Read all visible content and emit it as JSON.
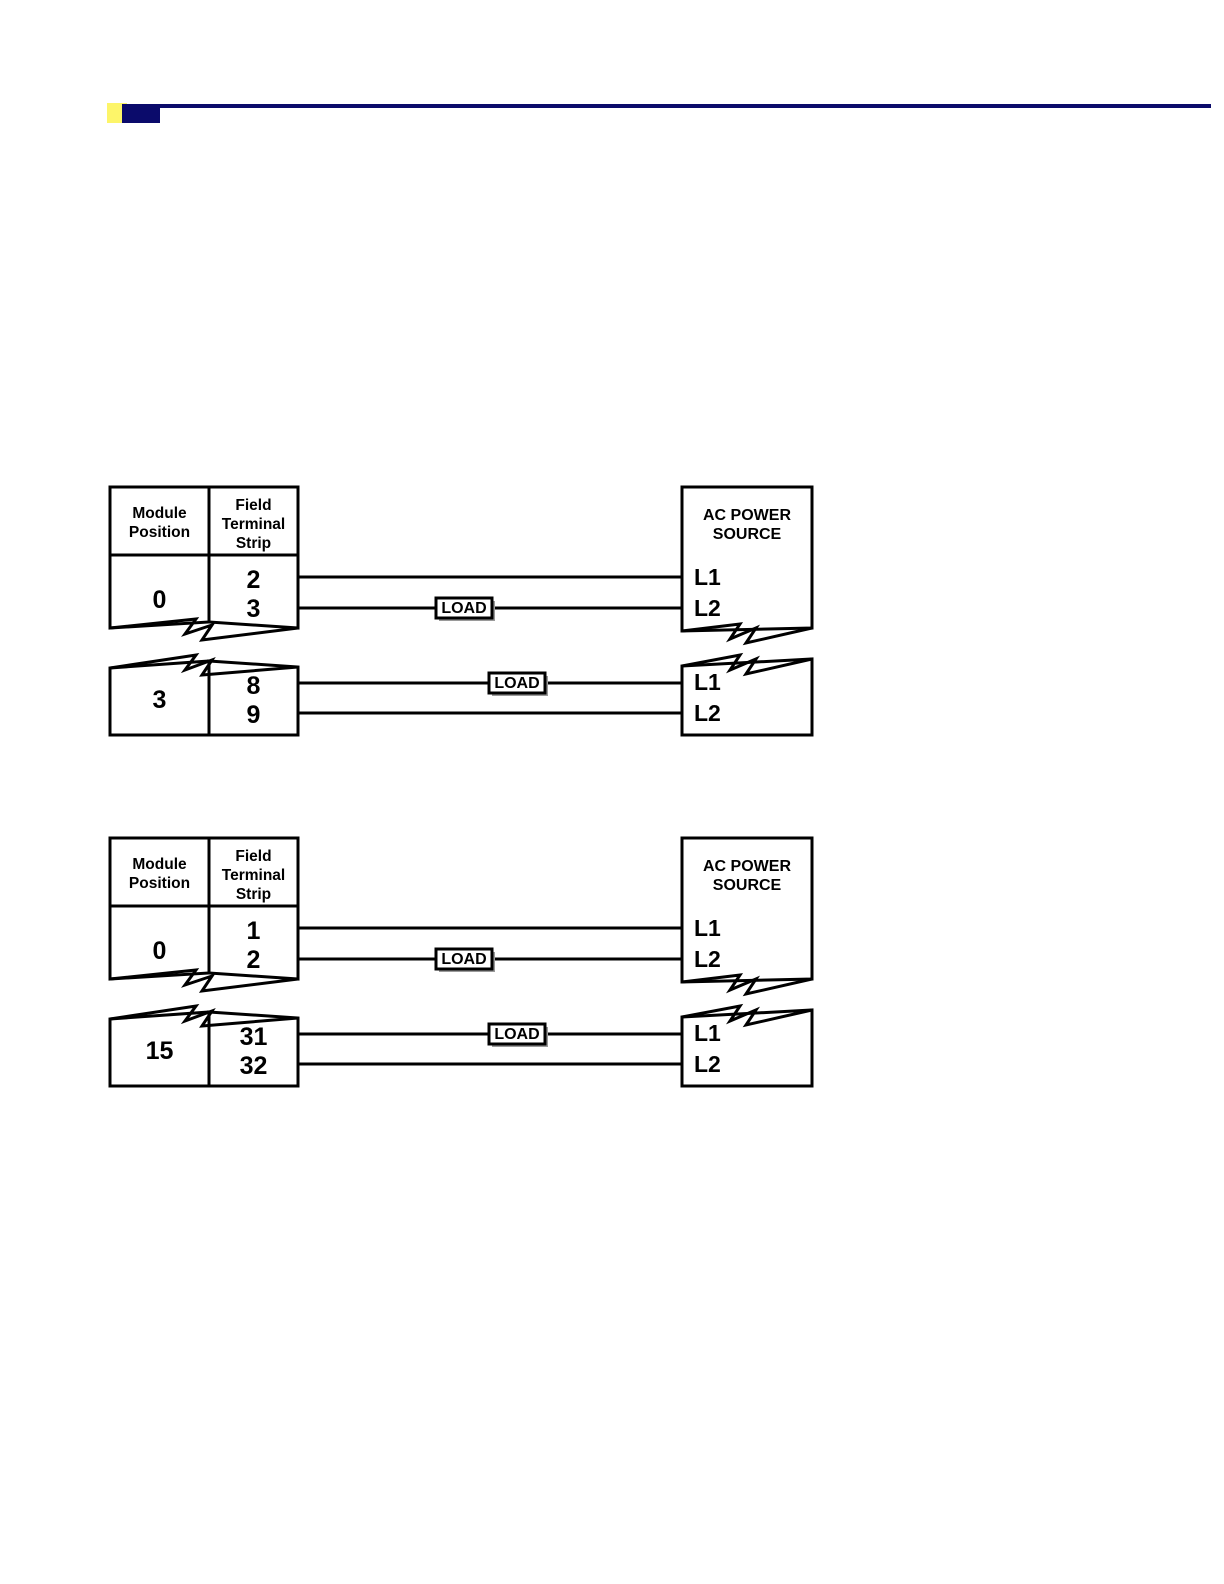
{
  "page": {
    "header": {
      "accent_yellow": "#fdf569",
      "accent_navy": "#0b0b6b"
    }
  },
  "labels": {
    "module_position": "Module\nPosition",
    "module_position_line1": "Module",
    "module_position_line2": "Position",
    "field_terminal_line1": "Field",
    "field_terminal_line2": "Terminal",
    "field_terminal_line3": "Strip",
    "ac_power_line1": "AC POWER",
    "ac_power_line2": "SOURCE",
    "load": "LOAD",
    "l1": "L1",
    "l2": "L2"
  },
  "diagrams": [
    {
      "id": "diagram-1",
      "rows": [
        {
          "module_position": "0",
          "terminals": [
            "2",
            "3"
          ],
          "load_on": "L2",
          "ac_lines": [
            "L1",
            "L2"
          ]
        },
        {
          "module_position": "3",
          "terminals": [
            "8",
            "9"
          ],
          "load_on": "L1",
          "ac_lines": [
            "L1",
            "L2"
          ]
        }
      ]
    },
    {
      "id": "diagram-2",
      "rows": [
        {
          "module_position": "0",
          "terminals": [
            "1",
            "2"
          ],
          "load_on": "L2",
          "ac_lines": [
            "L1",
            "L2"
          ]
        },
        {
          "module_position": "15",
          "terminals": [
            "31",
            "32"
          ],
          "load_on": "L1",
          "ac_lines": [
            "L1",
            "L2"
          ]
        }
      ]
    }
  ]
}
